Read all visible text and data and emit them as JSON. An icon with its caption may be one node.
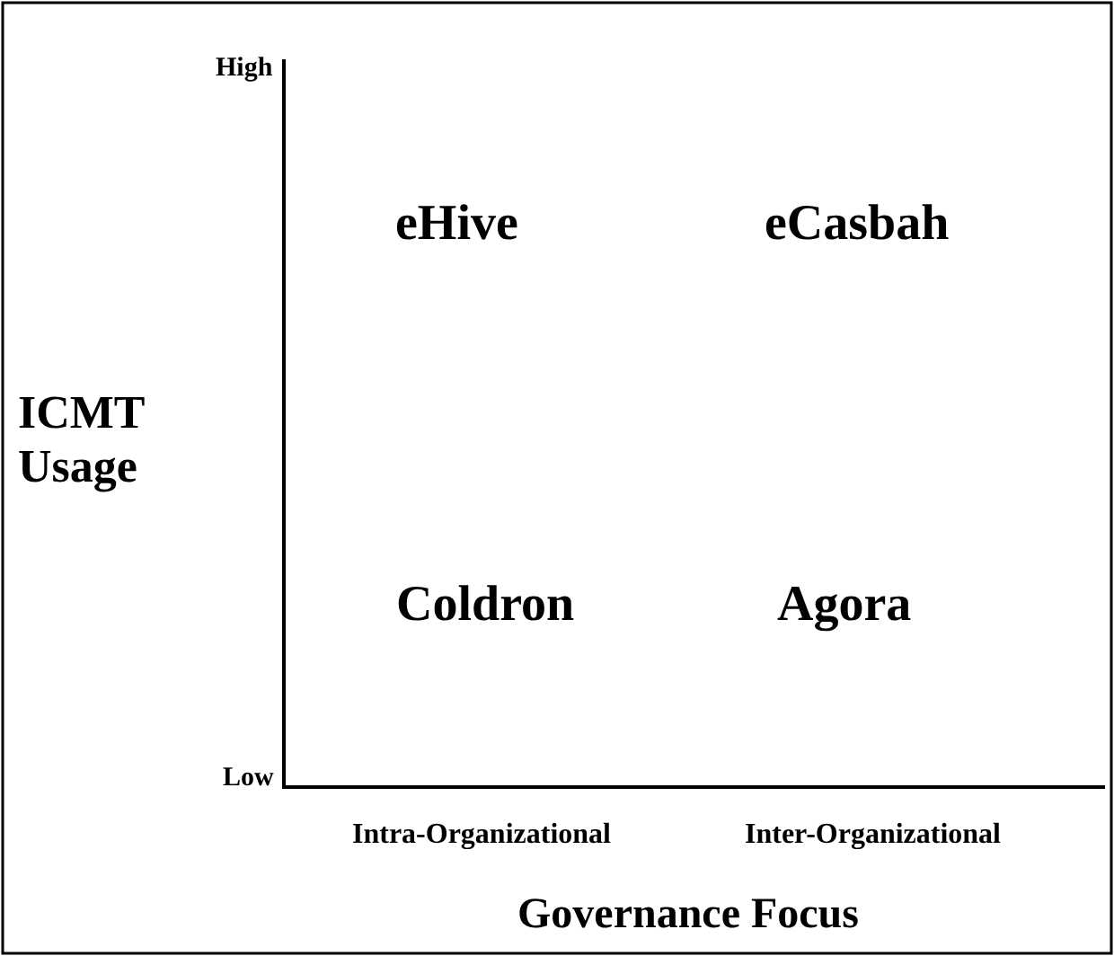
{
  "diagram": {
    "labels": [
      "High",
      "eHive",
      "eCasbah",
      "ICMT Usage",
      "Coldron",
      "Agora",
      "Low",
      "Intra-Organizational",
      "Inter-Organizational",
      "Governance Focus"
    ]
  }
}
